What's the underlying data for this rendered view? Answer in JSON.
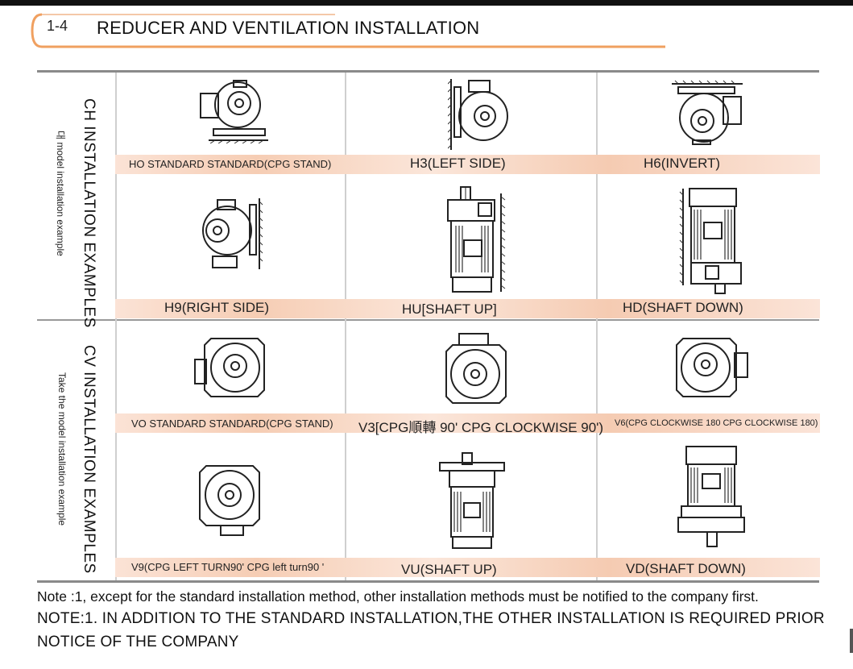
{
  "header": {
    "number": "1-4",
    "title": "REDUCER AND VENTILATION INSTALLATION"
  },
  "sections": {
    "ch_title": "CH INSTALLATION EXAMPLES",
    "ch_subtitle": "대 model installation example",
    "cv_title": "CV INSTALLATION EXAMPLES",
    "cv_subtitle": "Take the model installation example"
  },
  "labels": {
    "ho": "HO STANDARD STANDARD(CPG STAND)",
    "h3": "H3(LEFT SIDE)",
    "h6": "H6(INVERT)",
    "h9": "H9(RIGHT SIDE)",
    "hu": "HU[SHAFT UP]",
    "hd": "HD(SHAFT DOWN)",
    "vo": "VO STANDARD STANDARD(CPG STAND)",
    "v3": "V3[CPG順轉 90' CPG CLOCKWISE 90')",
    "v6": "V6(CPG CLOCKWISE 180 CPG CLOCKWISE 180)",
    "v9": "V9(CPG LEFT TURN90' CPG left turn90 '",
    "vu": "VU(SHAFT UP)",
    "vd": "VD(SHAFT DOWN)"
  },
  "notes": {
    "note1": "Note :1, except for the standard installation method, other installation methods must be notified to the company first.",
    "note2": "NOTE:1. IN ADDITION TO THE STANDARD INSTALLATION,THE OTHER INSTALLATION IS REQUIRED PRIOR NOTICE OF THE COMPANY"
  }
}
